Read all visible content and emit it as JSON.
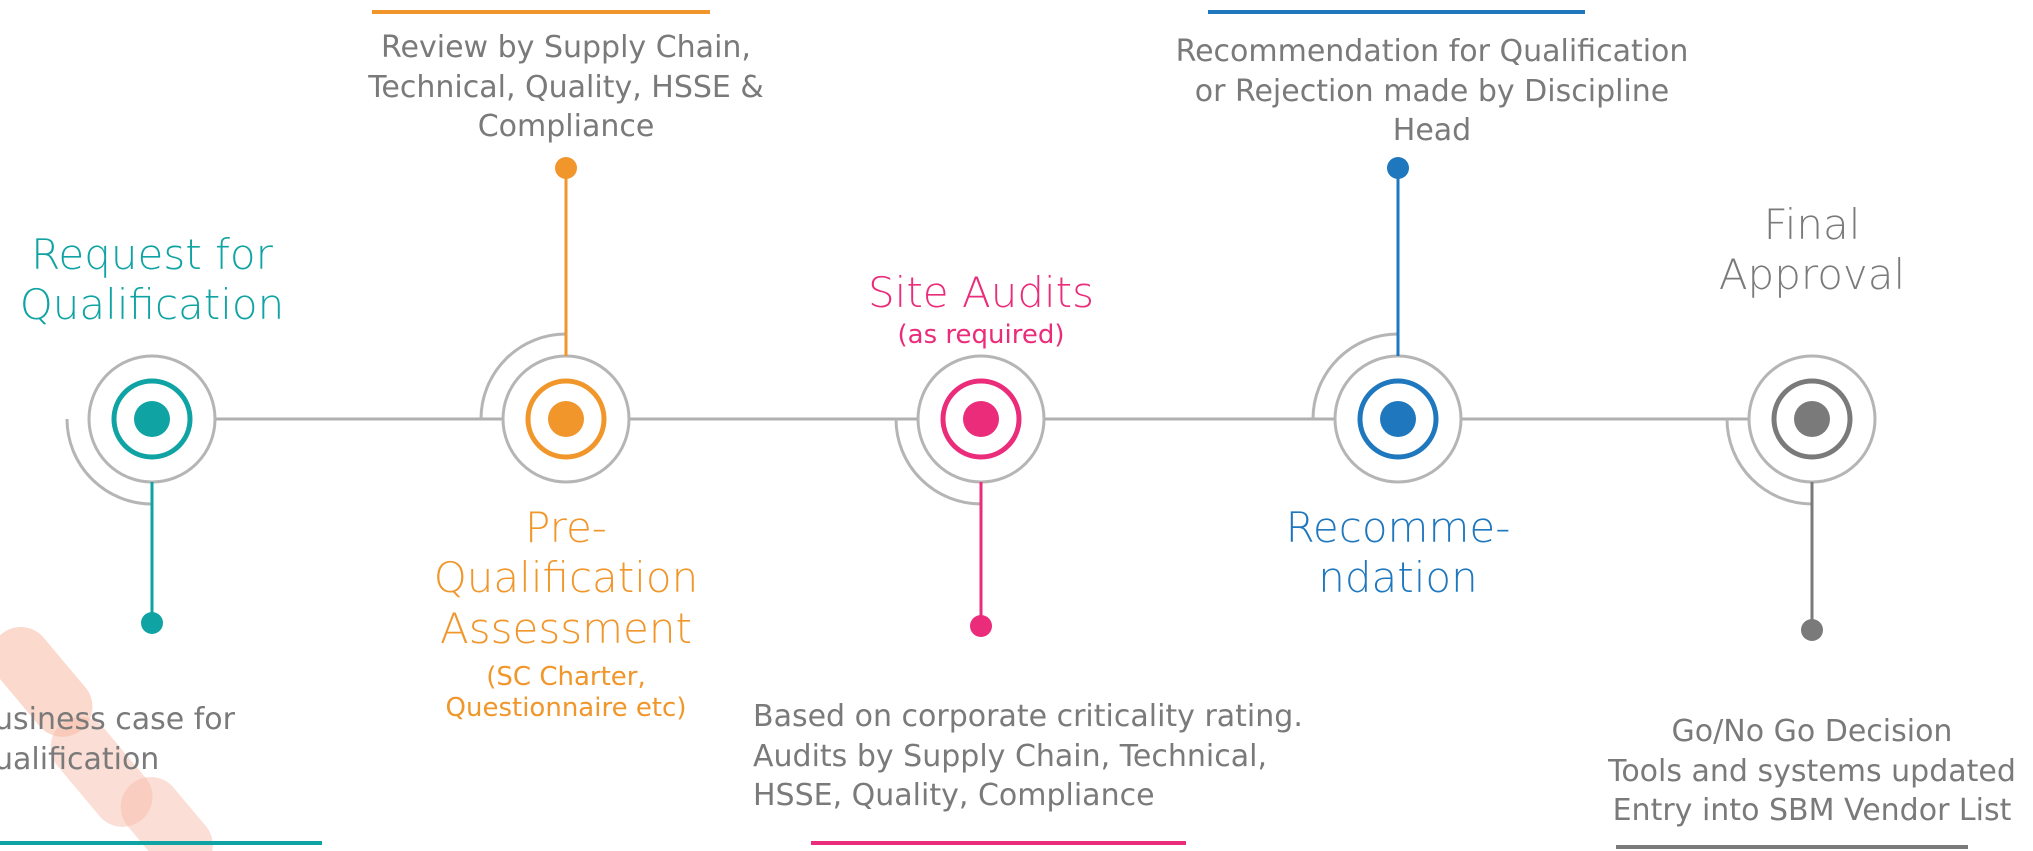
{
  "stages": [
    {
      "id": "request",
      "title_lines": [
        "Request for",
        "Qualification"
      ],
      "subtitle_lines": [],
      "description_lines": [
        "usiness case for",
        "ualification"
      ],
      "color": "#10a3a3",
      "title_position": "above",
      "description_position": "below"
    },
    {
      "id": "prequal",
      "title_lines": [
        "Pre-",
        "Qualification",
        "Assessment"
      ],
      "subtitle_lines": [
        "(SC Charter,",
        "Questionnaire etc)"
      ],
      "description_lines": [
        "Review by Supply Chain,",
        "Technical, Quality, HSSE &",
        "Compliance"
      ],
      "color": "#f0962a",
      "title_position": "below",
      "description_position": "above"
    },
    {
      "id": "audits",
      "title_lines": [
        "Site Audits"
      ],
      "subtitle_lines": [
        "(as required)"
      ],
      "description_lines": [
        "Based on corporate criticality rating.",
        "Audits by Supply Chain, Technical,",
        "HSSE, Quality, Compliance"
      ],
      "color": "#ea2c7a",
      "title_position": "above",
      "description_position": "below"
    },
    {
      "id": "recommendation",
      "title_lines": [
        "Recomme-",
        "ndation"
      ],
      "subtitle_lines": [],
      "description_lines": [
        "Recommendation for Qualification",
        "or Rejection made by Discipline",
        "Head"
      ],
      "color": "#1f77be",
      "title_position": "below",
      "description_position": "above"
    },
    {
      "id": "final",
      "title_lines": [
        "Final",
        "Approval"
      ],
      "subtitle_lines": [],
      "description_lines": [
        "Go/No Go Decision",
        "Tools and systems updated",
        "Entry into SBM Vendor List"
      ],
      "color": "#7a7a7a",
      "title_position": "above",
      "description_position": "below"
    }
  ],
  "colors": {
    "timeline": "#b0b0b0",
    "ring": "#b5b5b5",
    "description_text": "#7a7a7a",
    "logo": "#f7b9a3"
  }
}
